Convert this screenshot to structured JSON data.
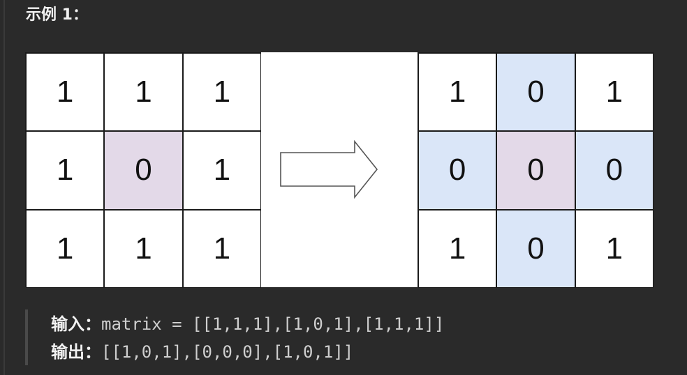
{
  "example": {
    "title": "示例 1："
  },
  "figure": {
    "before_grid": [
      [
        "1",
        "1",
        "1"
      ],
      [
        "1",
        "0",
        "1"
      ],
      [
        "1",
        "1",
        "1"
      ]
    ],
    "after_grid": [
      [
        "1",
        "0",
        "1"
      ],
      [
        "0",
        "0",
        "0"
      ],
      [
        "1",
        "0",
        "1"
      ]
    ],
    "colors": {
      "zero_cell": "#e3d9e8",
      "changed_cell": "#dae6f8",
      "cell": "#ffffff",
      "background": "#2a2a2a"
    },
    "arrow_icon": "right-arrow-icon"
  },
  "io": {
    "input_label": "输入：",
    "input_value": "matrix = [[1,1,1],[1,0,1],[1,1,1]]",
    "output_label": "输出：",
    "output_value": "[[1,0,1],[0,0,0],[1,0,1]]"
  }
}
